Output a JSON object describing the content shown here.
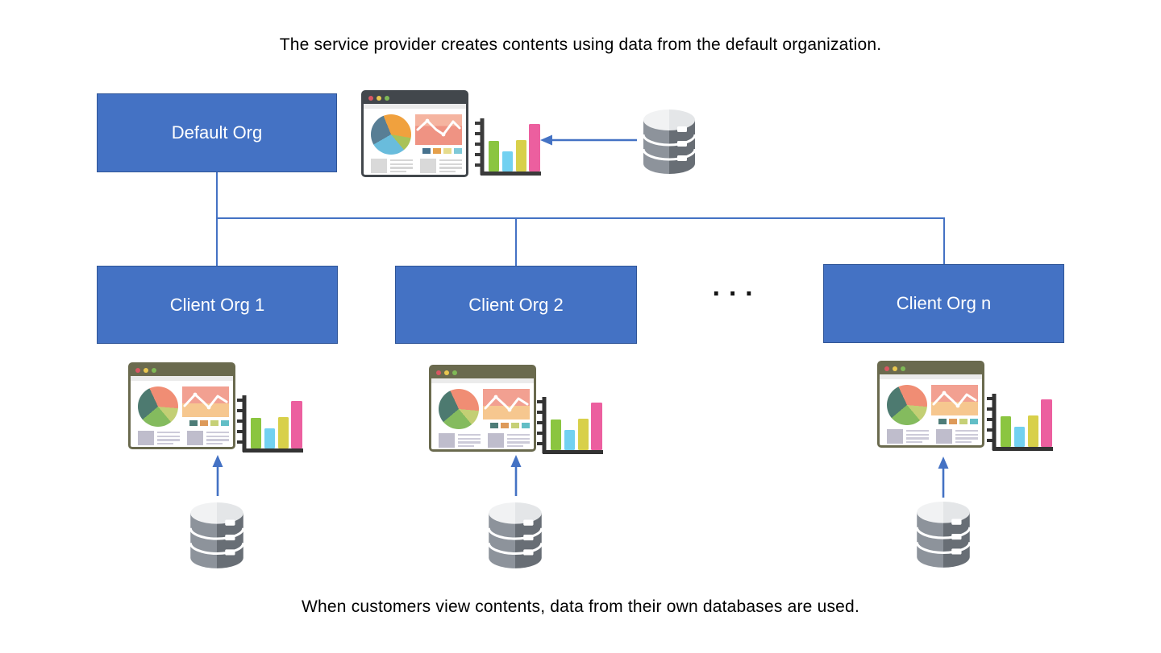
{
  "diagram": {
    "top_caption": "The service provider creates contents using data from the default organization.",
    "bottom_caption": "When customers view contents, data from their own databases are used.",
    "default_org": {
      "label": "Default Org"
    },
    "client_orgs": [
      {
        "label": "Client Org 1"
      },
      {
        "label": "Client Org 2"
      },
      {
        "label": "Client Org n"
      }
    ],
    "ellipsis": "···",
    "colors": {
      "org-box-fill": "#4472c4",
      "org-box-border": "#2f5597",
      "org-box-text": "#ffffff",
      "connector": "#4472c4",
      "arrow": "#4472c4",
      "caption-text": "#000000"
    },
    "icons": {
      "provider_dashboard": "dashboard-browser-window-icon",
      "provider_bar_chart": "bar-chart-icon",
      "provider_database": "database-icon",
      "provider_data_flow": "left-arrow-icon",
      "client_dashboard": "dashboard-browser-window-icon",
      "client_bar_chart": "bar-chart-icon",
      "client_database": "database-icon",
      "client_data_flow": "up-arrow-icon"
    }
  }
}
